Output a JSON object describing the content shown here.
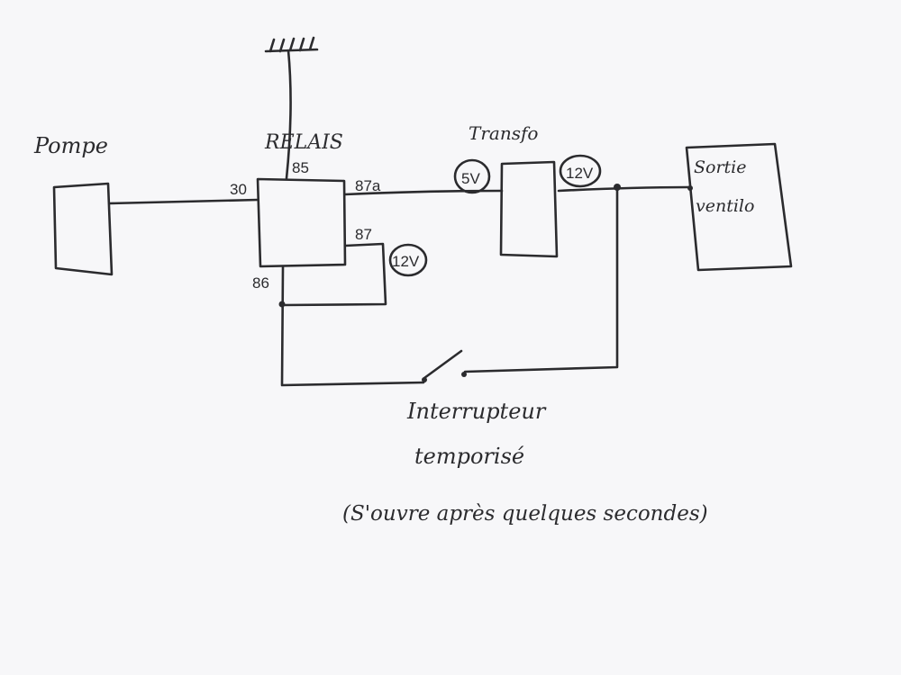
{
  "components": {
    "pump": {
      "label": "Pompe"
    },
    "relay": {
      "label": "RELAIS",
      "pins": {
        "p30": "30",
        "p85": "85",
        "p87a": "87a",
        "p87": "87",
        "p86": "86"
      }
    },
    "relay_supply": {
      "label": "12V"
    },
    "transformer": {
      "label": "Transfo",
      "input": "5V",
      "output": "12V"
    },
    "fan_output": {
      "line1": "Sortie",
      "line2": "ventilo"
    },
    "timer_switch": {
      "line1": "Interrupteur",
      "line2": "temporisé",
      "note": "(S'ouvre après quelques secondes)"
    }
  }
}
